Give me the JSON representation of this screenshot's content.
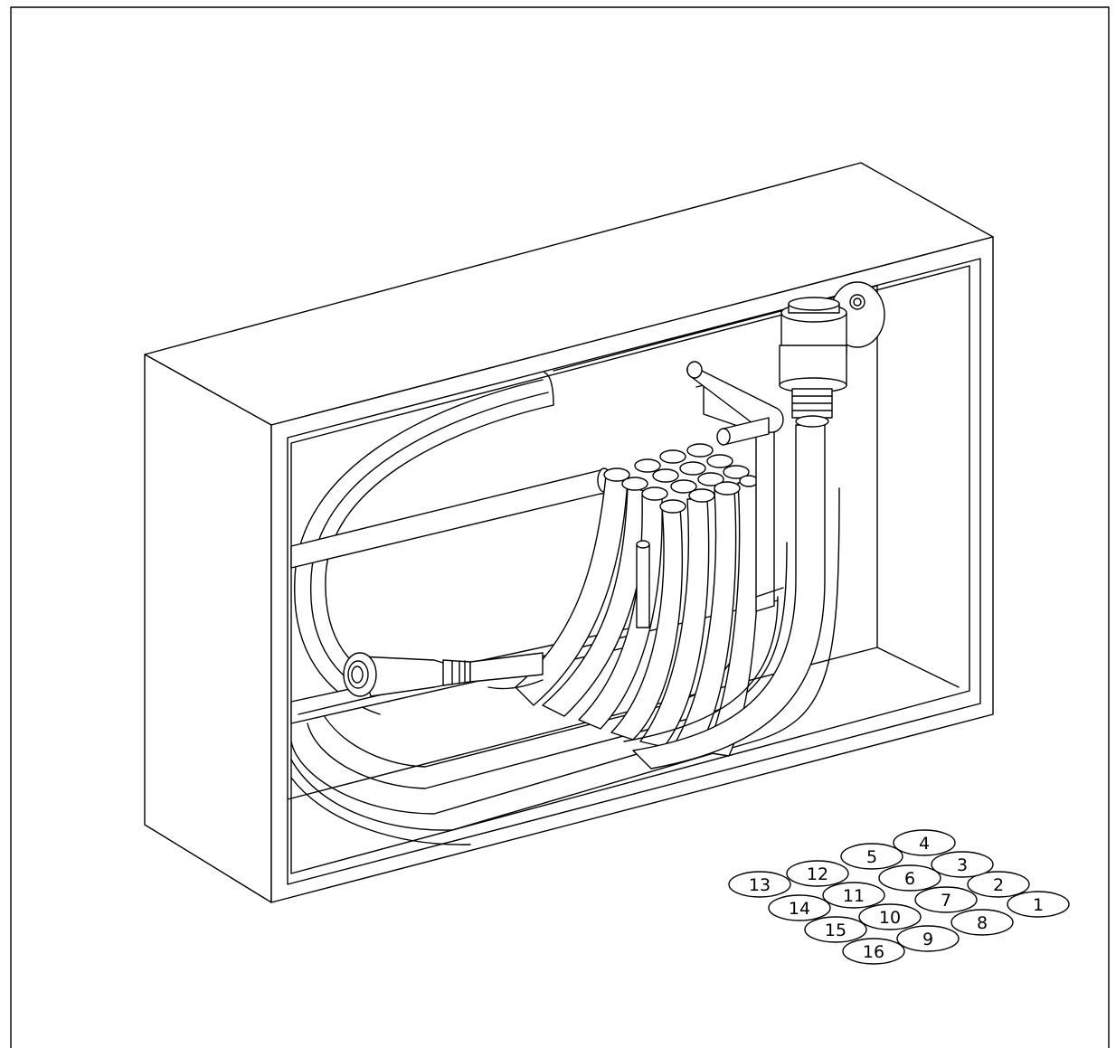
{
  "diagram": {
    "line_color": "#000000",
    "background": "#ffffff",
    "components": [
      "cabinet",
      "hose-reel",
      "hose",
      "nozzle",
      "valve",
      "swing-arm"
    ],
    "hose_bundle_labels": [
      {
        "id": "1",
        "text": "1"
      },
      {
        "id": "2",
        "text": "2"
      },
      {
        "id": "3",
        "text": "3"
      },
      {
        "id": "4",
        "text": "4"
      },
      {
        "id": "5",
        "text": "5"
      },
      {
        "id": "6",
        "text": "6"
      },
      {
        "id": "7",
        "text": "7"
      },
      {
        "id": "8",
        "text": "8"
      },
      {
        "id": "9",
        "text": "9"
      },
      {
        "id": "10",
        "text": "10"
      },
      {
        "id": "11",
        "text": "11"
      },
      {
        "id": "12",
        "text": "12"
      },
      {
        "id": "13",
        "text": "13"
      },
      {
        "id": "14",
        "text": "14"
      },
      {
        "id": "15",
        "text": "15"
      },
      {
        "id": "16",
        "text": "16"
      }
    ]
  }
}
